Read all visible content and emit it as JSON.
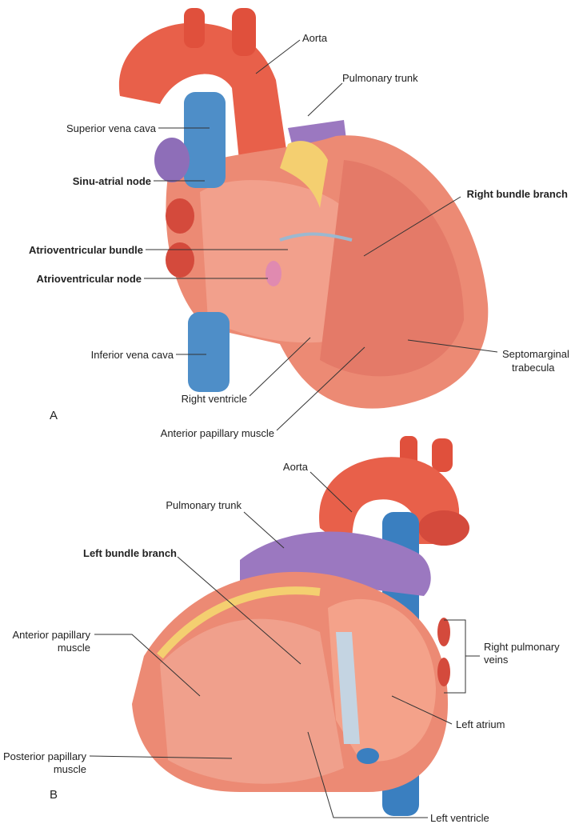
{
  "panel_a": {
    "letter": "A",
    "labels": {
      "aorta": "Aorta",
      "pulmonary_trunk": "Pulmonary trunk",
      "superior_vena_cava": "Superior vena cava",
      "sinu_atrial_node": "Sinu-atrial node",
      "right_bundle_branch": "Right bundle branch",
      "atrioventricular_bundle": "Atrioventricular bundle",
      "atrioventricular_node": "Atrioventricular node",
      "inferior_vena_cava": "Inferior vena cava",
      "septomarginal_trabecula_1": "Septomarginal",
      "septomarginal_trabecula_2": "trabecula",
      "right_ventricle": "Right ventricle",
      "anterior_papillary_muscle": "Anterior papillary muscle"
    }
  },
  "panel_b": {
    "letter": "B",
    "labels": {
      "aorta": "Aorta",
      "pulmonary_trunk": "Pulmonary trunk",
      "left_bundle_branch": "Left bundle branch",
      "anterior_papillary_muscle_1": "Anterior papillary",
      "anterior_papillary_muscle_2": "muscle",
      "right_pulmonary_veins_1": "Right pulmonary",
      "right_pulmonary_veins_2": "veins",
      "left_atrium": "Left atrium",
      "posterior_papillary_muscle_1": "Posterior papillary",
      "posterior_papillary_muscle_2": "muscle",
      "left_ventricle": "Left ventricle"
    }
  }
}
